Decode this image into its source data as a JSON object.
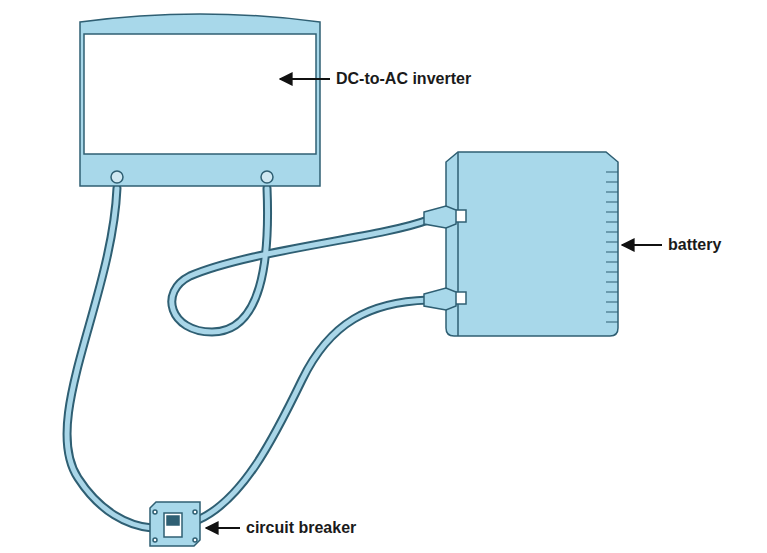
{
  "diagram": {
    "labels": [
      "DC-to-AC inverter",
      "battery",
      "circuit breaker"
    ]
  }
}
